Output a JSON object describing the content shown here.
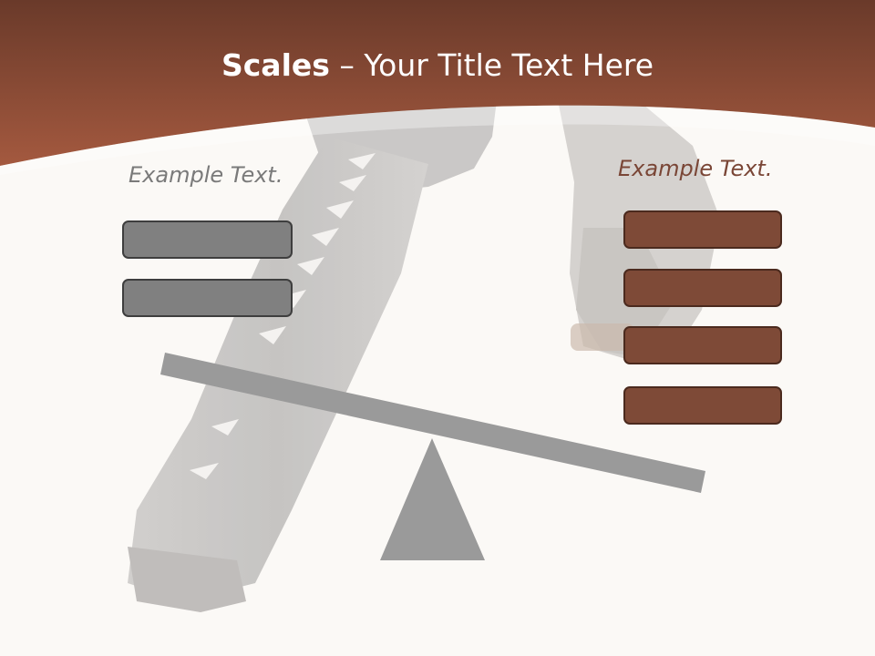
{
  "title": {
    "bold": "Scales",
    "rest": " – Your Title Text Here"
  },
  "left_label": "Example Text.",
  "right_label": "Example Text.",
  "left_boxes": [
    "",
    ""
  ],
  "right_boxes": [
    "",
    "",
    "",
    ""
  ],
  "colors": {
    "header_top": "#6b3a2a",
    "header_bottom": "#a2583f",
    "background": "#fbf9f6",
    "gray_box": "#808080",
    "brown_box": "#7e4a37",
    "beam": "#9a9a9a",
    "left_text": "#7a7a7a",
    "right_text": "#7a4636"
  },
  "decor": {
    "background_image": "katana-hilt-photo",
    "scale": "balance-beam-with-triangle-fulcrum"
  }
}
